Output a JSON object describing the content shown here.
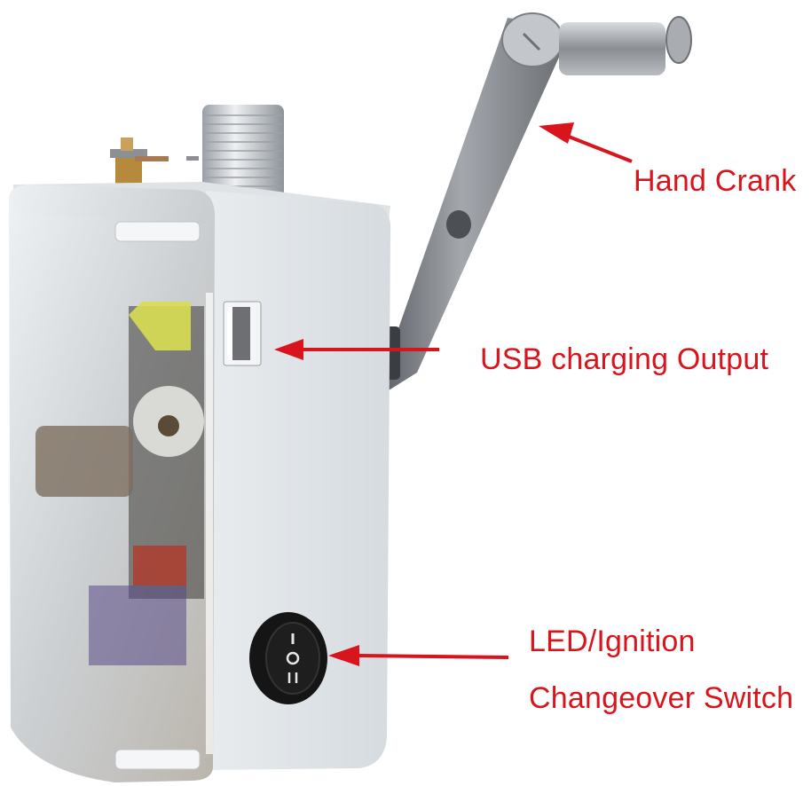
{
  "image": {
    "description": "Product photo of a hand-crank generator in a white enclosure with a clear front cover, with red annotation arrows and labels",
    "background": "#ffffff"
  },
  "annotations": [
    {
      "id": "hand-crank",
      "text": "Hand Crank",
      "color": "#d8141d"
    },
    {
      "id": "usb-output",
      "text": "USB charging Output",
      "color": "#d8141d"
    },
    {
      "id": "switch-line1",
      "text": "LED/Ignition",
      "color": "#d8141d"
    },
    {
      "id": "switch-line2",
      "text": "Changeover Switch",
      "color": "#d8141d"
    }
  ],
  "device": {
    "rocker_switch_marks": [
      "I",
      "O",
      "II"
    ],
    "enclosure_color": "#e3e7ea",
    "crank_color": "#8d9196"
  }
}
